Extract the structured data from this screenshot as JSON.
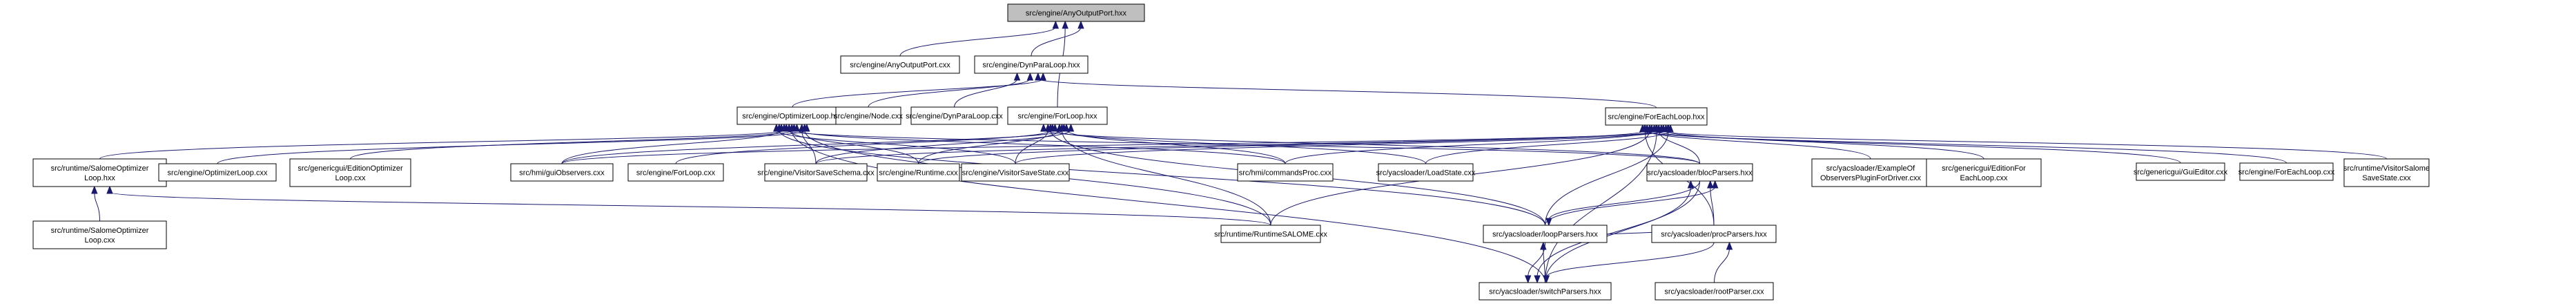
{
  "title": "Include dependency graph for src/engine/AnyOutputPort.hxx",
  "colors": {
    "edge": "#191970",
    "root_fill": "#bfbfbf",
    "node_fill": "#ffffff",
    "node_stroke": "#000000"
  },
  "nodes": [
    {
      "id": "root",
      "lines": [
        "src/engine/AnyOutputPort.hxx"
      ],
      "root": true
    },
    {
      "id": "aop_cxx",
      "lines": [
        "src/engine/AnyOutputPort.cxx"
      ]
    },
    {
      "id": "dpl_hxx",
      "lines": [
        "src/engine/DynParaLoop.hxx"
      ]
    },
    {
      "id": "opt_hxx",
      "lines": [
        "src/engine/OptimizerLoop.hxx"
      ]
    },
    {
      "id": "node_cxx",
      "lines": [
        "src/engine/Node.cxx"
      ]
    },
    {
      "id": "dpl_cxx",
      "lines": [
        "src/engine/DynParaLoop.cxx"
      ]
    },
    {
      "id": "for_hxx",
      "lines": [
        "src/engine/ForLoop.hxx"
      ]
    },
    {
      "id": "fe_hxx",
      "lines": [
        "src/engine/ForEachLoop.hxx"
      ]
    },
    {
      "id": "sol_hxx",
      "lines": [
        "src/runtime/SalomeOptimizer",
        "Loop.hxx"
      ]
    },
    {
      "id": "opt_cxx",
      "lines": [
        "src/engine/OptimizerLoop.cxx"
      ]
    },
    {
      "id": "eol_cxx",
      "lines": [
        "src/genericgui/EditionOptimizer",
        "Loop.cxx"
      ]
    },
    {
      "id": "guiobs",
      "lines": [
        "src/hmi/guiObservers.cxx"
      ]
    },
    {
      "id": "for_cxx",
      "lines": [
        "src/engine/ForLoop.cxx"
      ]
    },
    {
      "id": "vss_cxx",
      "lines": [
        "src/engine/VisitorSaveSchema.cxx"
      ]
    },
    {
      "id": "rt_cxx",
      "lines": [
        "src/engine/Runtime.cxx"
      ]
    },
    {
      "id": "vst_cxx",
      "lines": [
        "src/engine/VisitorSaveState.cxx"
      ]
    },
    {
      "id": "cmd_cxx",
      "lines": [
        "src/hmi/commandsProc.cxx"
      ]
    },
    {
      "id": "ls_cxx",
      "lines": [
        "src/yacsloader/LoadState.cxx"
      ]
    },
    {
      "id": "bloc_hxx",
      "lines": [
        "src/yacsloader/blocParsers.hxx"
      ]
    },
    {
      "id": "ex_cxx",
      "lines": [
        "src/yacsloader/ExampleOf",
        "ObserversPluginForDriver.cxx"
      ]
    },
    {
      "id": "efe_cxx",
      "lines": [
        "src/genericgui/EditionFor",
        "EachLoop.cxx"
      ]
    },
    {
      "id": "gui_cxx",
      "lines": [
        "src/genericgui/GuiEditor.cxx"
      ]
    },
    {
      "id": "fe_cxx",
      "lines": [
        "src/engine/ForEachLoop.cxx"
      ]
    },
    {
      "id": "vsss_cxx",
      "lines": [
        "src/runtime/VisitorSalome",
        "SaveState.cxx"
      ]
    },
    {
      "id": "sol_cxx",
      "lines": [
        "src/runtime/SalomeOptimizer",
        "Loop.cxx"
      ]
    },
    {
      "id": "rts_cxx",
      "lines": [
        "src/runtime/RuntimeSALOME.cxx"
      ]
    },
    {
      "id": "loop_hxx",
      "lines": [
        "src/yacsloader/loopParsers.hxx"
      ]
    },
    {
      "id": "proc_hxx",
      "lines": [
        "src/yacsloader/procParsers.hxx"
      ]
    },
    {
      "id": "switch_hxx",
      "lines": [
        "src/yacsloader/switchParsers.hxx"
      ]
    },
    {
      "id": "rootp_cxx",
      "lines": [
        "src/yacsloader/rootParser.cxx"
      ]
    }
  ],
  "edges": [
    [
      "aop_cxx",
      "root"
    ],
    [
      "dpl_hxx",
      "root"
    ],
    [
      "for_hxx",
      "root"
    ],
    [
      "opt_hxx",
      "dpl_hxx"
    ],
    [
      "node_cxx",
      "dpl_hxx"
    ],
    [
      "dpl_cxx",
      "dpl_hxx"
    ],
    [
      "fe_hxx",
      "dpl_hxx"
    ],
    [
      "sol_hxx",
      "opt_hxx"
    ],
    [
      "opt_cxx",
      "opt_hxx"
    ],
    [
      "eol_cxx",
      "opt_hxx"
    ],
    [
      "guiobs",
      "opt_hxx"
    ],
    [
      "vss_cxx",
      "opt_hxx"
    ],
    [
      "rt_cxx",
      "opt_hxx"
    ],
    [
      "vst_cxx",
      "opt_hxx"
    ],
    [
      "cmd_cxx",
      "opt_hxx"
    ],
    [
      "bloc_hxx",
      "opt_hxx"
    ],
    [
      "rts_cxx",
      "opt_hxx"
    ],
    [
      "switch_hxx",
      "opt_hxx"
    ],
    [
      "loop_hxx",
      "opt_hxx"
    ],
    [
      "guiobs",
      "for_hxx"
    ],
    [
      "for_cxx",
      "for_hxx"
    ],
    [
      "vss_cxx",
      "for_hxx"
    ],
    [
      "rt_cxx",
      "for_hxx"
    ],
    [
      "vst_cxx",
      "for_hxx"
    ],
    [
      "cmd_cxx",
      "for_hxx"
    ],
    [
      "ls_cxx",
      "for_hxx"
    ],
    [
      "bloc_hxx",
      "for_hxx"
    ],
    [
      "rts_cxx",
      "for_hxx"
    ],
    [
      "loop_hxx",
      "for_hxx"
    ],
    [
      "guiobs",
      "fe_hxx"
    ],
    [
      "vss_cxx",
      "fe_hxx"
    ],
    [
      "rt_cxx",
      "fe_hxx"
    ],
    [
      "vst_cxx",
      "fe_hxx"
    ],
    [
      "cmd_cxx",
      "fe_hxx"
    ],
    [
      "ls_cxx",
      "fe_hxx"
    ],
    [
      "bloc_hxx",
      "fe_hxx"
    ],
    [
      "ex_cxx",
      "fe_hxx"
    ],
    [
      "efe_cxx",
      "fe_hxx"
    ],
    [
      "gui_cxx",
      "fe_hxx"
    ],
    [
      "fe_cxx",
      "fe_hxx"
    ],
    [
      "vsss_cxx",
      "fe_hxx"
    ],
    [
      "rts_cxx",
      "fe_hxx"
    ],
    [
      "loop_hxx",
      "fe_hxx"
    ],
    [
      "switch_hxx",
      "fe_hxx"
    ],
    [
      "proc_hxx",
      "fe_hxx"
    ],
    [
      "rts_cxx",
      "sol_hxx"
    ],
    [
      "sol_cxx",
      "sol_hxx"
    ],
    [
      "loop_hxx",
      "bloc_hxx"
    ],
    [
      "bloc_hxx",
      "loop_hxx"
    ],
    [
      "switch_hxx",
      "bloc_hxx"
    ],
    [
      "proc_hxx",
      "bloc_hxx"
    ],
    [
      "switch_hxx",
      "loop_hxx"
    ],
    [
      "loop_hxx",
      "switch_hxx"
    ],
    [
      "proc_hxx",
      "loop_hxx"
    ],
    [
      "bloc_hxx",
      "switch_hxx"
    ],
    [
      "rootp_cxx",
      "proc_hxx"
    ],
    [
      "proc_hxx",
      "switch_hxx"
    ]
  ]
}
